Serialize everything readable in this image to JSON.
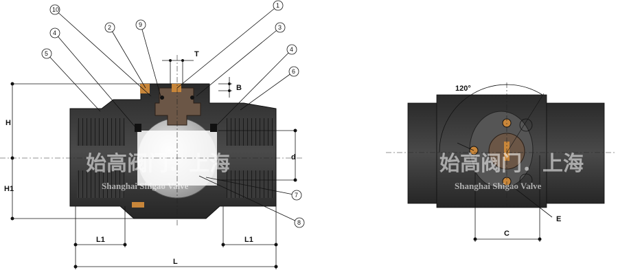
{
  "callouts": [
    "1",
    "2",
    "3",
    "4",
    "5",
    "6",
    "7",
    "8",
    "9",
    "10"
  ],
  "dimensions": {
    "T": "T",
    "B": "B",
    "H": "H",
    "H1": "H1",
    "d": "d",
    "L1": "L1",
    "L": "L",
    "C": "C",
    "E": "E",
    "angle": "120°"
  },
  "watermark": {
    "chinese": "始高阀门．上海",
    "english": "Shanghai Shigao Valve"
  },
  "colors": {
    "body": "#3a3a3a",
    "body_light": "#555555",
    "stem": "#6b5646",
    "brass": "#c8863a",
    "ball": "#cfcfcf"
  }
}
